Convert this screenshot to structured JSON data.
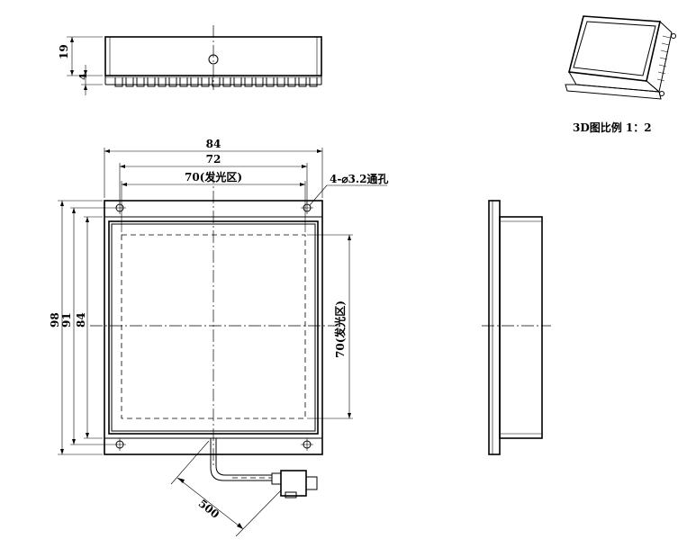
{
  "views": {
    "top_view": {
      "dim_height": "19",
      "dim_fin": "4"
    },
    "front_view": {
      "dim_width_outer": "84",
      "dim_hole_spacing": "72",
      "dim_emit_width": "70(发光区)",
      "hole_note": "4-⌀3.2通孔",
      "dim_height_outer": "98",
      "dim_height_frame": "91",
      "dim_height_inner": "84",
      "dim_emit_height": "70(发光区)",
      "dim_cable": "500"
    },
    "iso_view": {
      "caption": "3D图比例 1：2"
    }
  }
}
